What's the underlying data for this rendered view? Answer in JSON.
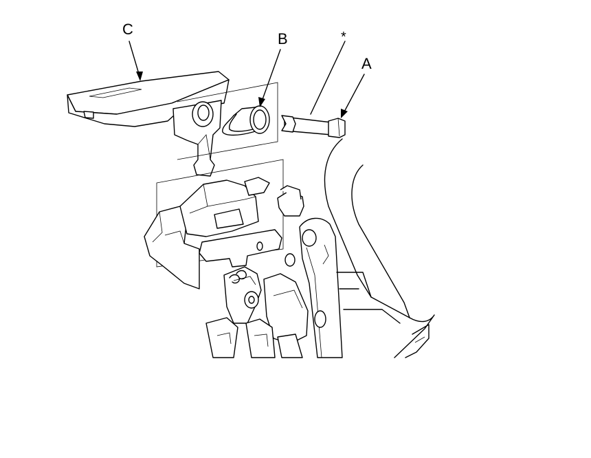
{
  "labels": {
    "a": "A",
    "b": "B",
    "c": "C",
    "star": "*"
  },
  "colors": {
    "line": "#000000",
    "background": "#ffffff"
  }
}
